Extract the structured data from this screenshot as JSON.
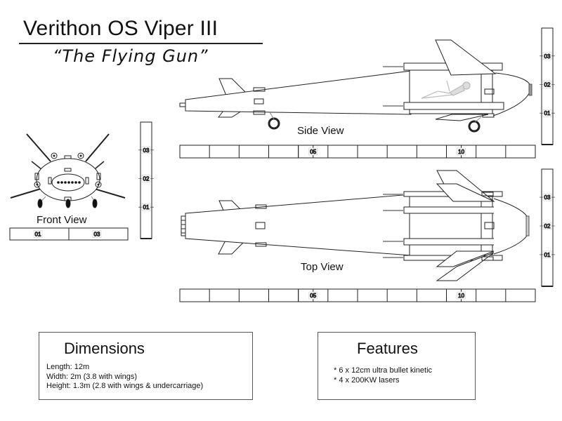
{
  "header": {
    "title": "Verithon OS Viper III",
    "subtitle": "“The Flying Gun”"
  },
  "views": {
    "side": "Side View",
    "top": "Top View",
    "front": "Front View"
  },
  "scales": {
    "horizontal_labels": [
      "05",
      "10"
    ],
    "front_labels": [
      "01",
      "03"
    ],
    "vertical_labels": [
      "03",
      "02",
      "01"
    ],
    "unit": "m"
  },
  "dimensions": {
    "title": "Dimensions",
    "lines": [
      "Length: 12m",
      "Width: 2m (3.8 with wings)",
      "Height: 1.3m (2.8 with wings & undercarriage)"
    ]
  },
  "features": {
    "title": "Features",
    "lines": [
      "* 6 x 12cm ultra bullet kinetic",
      "* 4 x 200KW lasers"
    ]
  },
  "colors": {
    "line": "#222222",
    "pilot": "#bbbbbb",
    "fill": "#ffffff"
  }
}
